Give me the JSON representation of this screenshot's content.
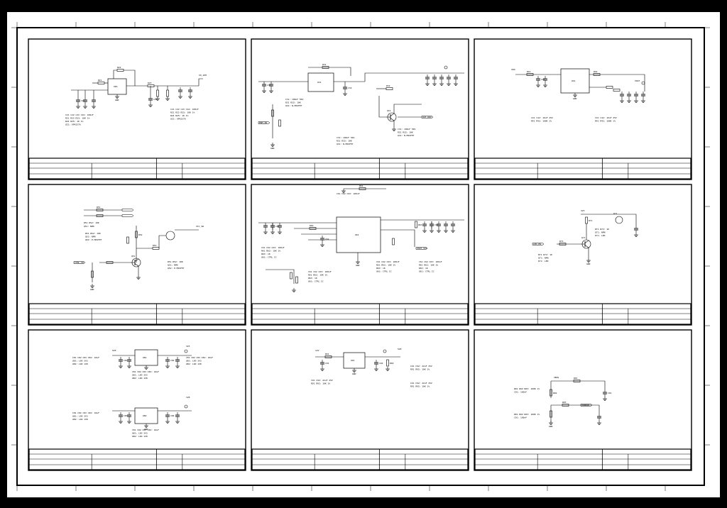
{
  "sheet": {
    "background": "#ffffff",
    "frame_color": "#000000"
  },
  "panels": [
    {
      "name": "panel-op-amp-filter",
      "parts": {
        "u": "OPA",
        "r1": "R21",
        "r2": "R22",
        "r3": "R23",
        "c1": "C21",
        "c2": "C22",
        "out": "VO_1PH",
        "gnd": "GND"
      },
      "notes": [
        "C21 C22 C23 C24: 100nF",
        "R21 R22 R23: 10K 1%",
        "R24 R25: 1K 1%",
        "U21: OPA2376"
      ]
    },
    {
      "name": "panel-mcu-driver",
      "parts": {
        "u": "U31",
        "q": "Q31",
        "r1": "R31",
        "r2": "R32",
        "c1": "C31",
        "c2": "C32",
        "in": "PWM_IN",
        "out": "OUT_DRV",
        "gnd": "GND"
      },
      "notes": [
        "C31: 100nF 50V",
        "R31 R32: 10K",
        "Q31: N-MOSFET"
      ]
    },
    {
      "name": "panel-regulator",
      "parts": {
        "u": "U41",
        "r1": "R41",
        "r2": "R42",
        "c1": "C41",
        "c2": "C42",
        "in": "VIN",
        "out": "VOUT",
        "gnd": "GND"
      },
      "notes": [
        "C41 C42: 10uF 25V",
        "R41 R42: 100K 1%"
      ]
    },
    {
      "name": "panel-transistor-switch",
      "parts": {
        "q1": "Q51",
        "q2": "Q52",
        "r1": "R51",
        "r2": "R52",
        "r3": "R53",
        "in": "CTRL_IN",
        "out": "VCC_SW",
        "gnd": "GND"
      },
      "notes": [
        "R51 R52: 10K",
        "Q51: NPN",
        "Q52: P-MOSFET"
      ]
    },
    {
      "name": "panel-controller-ic",
      "parts": {
        "u": "U61",
        "r1": "R61",
        "r2": "R62",
        "r3": "R63",
        "c1": "C61",
        "c2": "C62",
        "c3": "C63",
        "out": "VOUT_3V3",
        "gnd": "GND"
      },
      "notes": [
        "C61 C62 C63: 100nF",
        "R61 R62: 10K 1%",
        "R63: 1K",
        "U61: CTRL IC"
      ]
    },
    {
      "name": "panel-led-driver",
      "parts": {
        "q": "Q71",
        "led": "D71",
        "r1": "R71",
        "r2": "R72",
        "in": "LED_EN",
        "vcc": "3V3",
        "gnd": "GND"
      },
      "notes": [
        "R71 R72: 1K",
        "Q71: NPN",
        "D71: LED"
      ]
    },
    {
      "name": "panel-dual-ldo",
      "parts": {
        "u1": "U81",
        "u2": "U82",
        "c1": "C81",
        "c2": "C82",
        "c3": "C83",
        "c4": "C84",
        "in": "5V0",
        "out1": "3V3",
        "out2": "1V8",
        "gnd": "GND"
      },
      "notes": [
        "C81 C82 C83 C84: 10uF",
        "U81: LDO 3V3",
        "U82: LDO 1V8"
      ]
    },
    {
      "name": "panel-buck",
      "parts": {
        "u": "U91",
        "r1": "R91",
        "r2": "R92",
        "c1": "C91",
        "c2": "C92",
        "in": "12V",
        "out": "5V0",
        "gnd": "GND"
      },
      "notes": [
        "C91 C92: 22uF 25V",
        "R91 R92: 10K 1%"
      ]
    },
    {
      "name": "panel-divider",
      "parts": {
        "r1": "R01",
        "r2": "R02",
        "r3": "R03",
        "c1": "C01",
        "in": "VBUS",
        "out": "VSENSE",
        "gnd": "GND"
      },
      "notes": [
        "R01 R02 R03: 100K 1%",
        "C01: 100nF"
      ]
    }
  ]
}
